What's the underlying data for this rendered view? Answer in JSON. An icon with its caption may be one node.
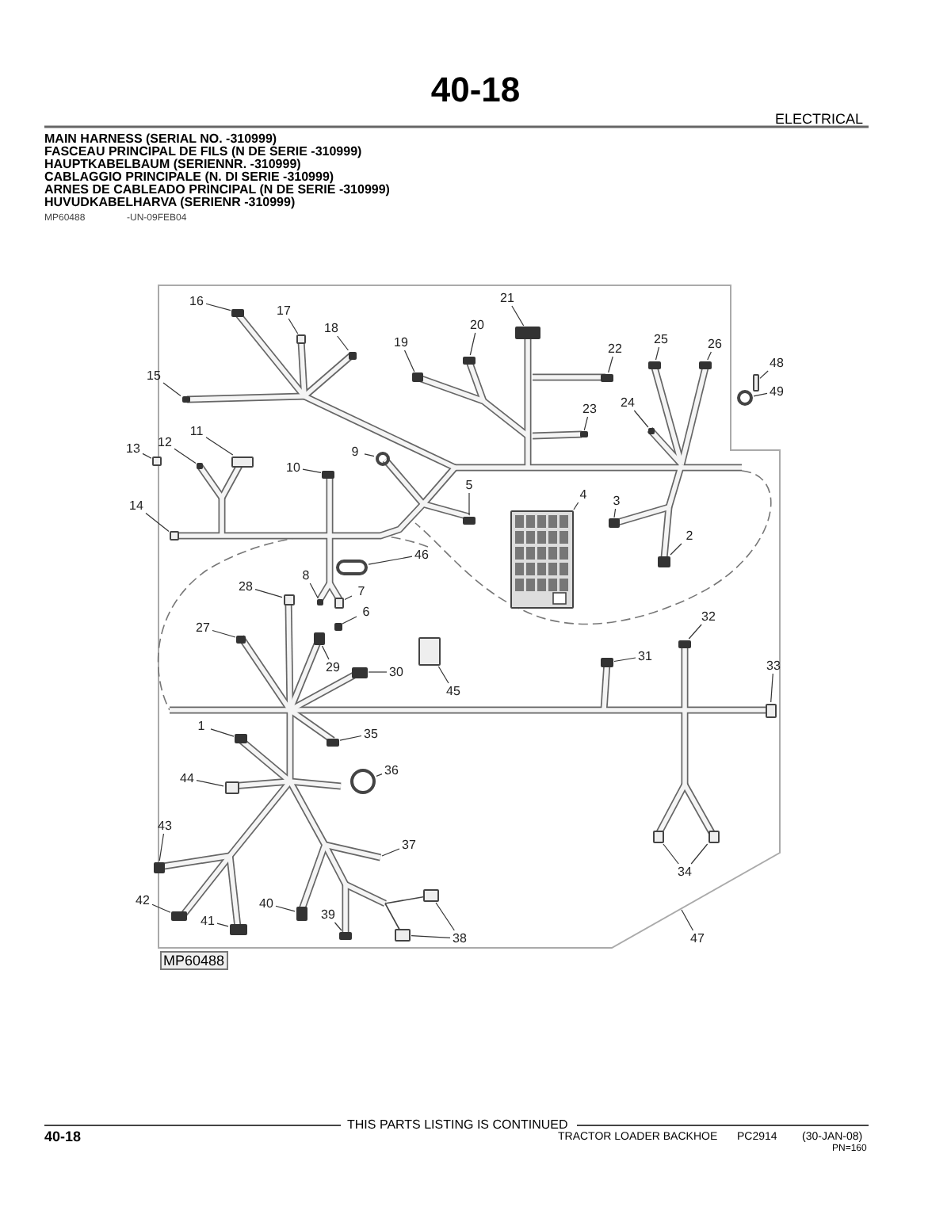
{
  "diagram": {
    "title": "40-18",
    "nodes": [
      {
        "text": [
          "1"
        ]
      },
      {
        "text": [
          "2"
        ]
      },
      {
        "text": [
          "3"
        ]
      },
      {
        "text": [
          "4"
        ]
      },
      {
        "text": [
          "5"
        ]
      },
      {
        "text": [
          "6"
        ]
      },
      {
        "text": [
          "7"
        ]
      },
      {
        "text": [
          "8"
        ]
      },
      {
        "text": [
          "9"
        ]
      },
      {
        "text": [
          "10"
        ]
      },
      {
        "text": [
          "11"
        ]
      },
      {
        "text": [
          "12"
        ]
      },
      {
        "text": [
          "13"
        ]
      },
      {
        "text": [
          "14"
        ]
      },
      {
        "text": [
          "15"
        ]
      },
      {
        "text": [
          "16"
        ]
      },
      {
        "text": [
          "17"
        ]
      },
      {
        "text": [
          "18"
        ]
      },
      {
        "text": [
          "19"
        ]
      },
      {
        "text": [
          "20"
        ]
      },
      {
        "text": [
          "21"
        ]
      },
      {
        "text": [
          "22"
        ]
      },
      {
        "text": [
          "23"
        ]
      },
      {
        "text": [
          "24"
        ]
      },
      {
        "text": [
          "25"
        ]
      },
      {
        "text": [
          "26"
        ]
      },
      {
        "text": [
          "27"
        ]
      },
      {
        "text": [
          "28"
        ]
      },
      {
        "text": [
          "29"
        ]
      },
      {
        "text": [
          "30"
        ]
      },
      {
        "text": [
          "31"
        ]
      },
      {
        "text": [
          "32"
        ]
      },
      {
        "text": [
          "33"
        ]
      },
      {
        "text": [
          "34"
        ]
      },
      {
        "text": [
          "35"
        ]
      },
      {
        "text": [
          "36"
        ]
      },
      {
        "text": [
          "37"
        ]
      },
      {
        "text": [
          "38"
        ]
      },
      {
        "text": [
          "39"
        ]
      },
      {
        "text": [
          "40"
        ]
      },
      {
        "text": [
          "41"
        ]
      },
      {
        "text": [
          "42"
        ]
      },
      {
        "text": [
          "43"
        ]
      },
      {
        "text": [
          "44"
        ]
      },
      {
        "text": [
          "45"
        ]
      },
      {
        "text": [
          "46"
        ]
      },
      {
        "text": [
          "47"
        ]
      },
      {
        "text": [
          "48"
        ]
      },
      {
        "text": [
          "49"
        ]
      },
      {
        "text": [],
        "shape": "box"
      },
      {
        "text": [],
        "shape": "box"
      },
      {
        "text": [],
        "shape": "box"
      },
      {
        "text": [],
        "shape": "box"
      },
      {
        "text": [],
        "shape": "box"
      },
      {
        "text": [],
        "shape": "box"
      },
      {
        "text": [],
        "shape": "box"
      },
      {
        "text": [],
        "shape": "box"
      },
      {
        "text": [],
        "shape": "circle"
      },
      {
        "text": [],
        "shape": "box"
      },
      {
        "text": [],
        "shape": "box"
      },
      {
        "text": [],
        "shape": "box"
      },
      {
        "text": [],
        "shape": "box"
      },
      {
        "text": [],
        "shape": "box"
      },
      {
        "text": [],
        "shape": "box"
      },
      {
        "text": [],
        "shape": "box"
      },
      {
        "text": [],
        "shape": "box"
      },
      {
        "text": [],
        "shape": "box"
      },
      {
        "text": [],
        "shape": "box"
      },
      {
        "text": [],
        "shape": "box"
      },
      {
        "text": [],
        "shape": "box"
      },
      {
        "text": [],
        "shape": "box"
      },
      {
        "text": [],
        "shape": "box"
      },
      {
        "text": [],
        "shape": "box"
      },
      {
        "text": [],
        "shape": "box"
      },
      {
        "text": [],
        "shape": "box"
      },
      {
        "text": [],
        "shape": "box"
      },
      {
        "text": [],
        "shape": "box"
      },
      {
        "text": [],
        "shape": "box"
      },
      {
        "text": [],
        "shape": "box"
      },
      {
        "text": [],
        "shape": "box"
      },
      {
        "text": [],
        "shape": "box"
      },
      {
        "text": [],
        "shape": "box"
      },
      {
        "text": [],
        "shape": "box"
      },
      {
        "text": [],
        "shape": "box"
      },
      {
        "text": [],
        "shape": "box"
      },
      {
        "text": [],
        "shape": "circle"
      },
      {
        "text": [],
        "shape": "box"
      },
      {
        "text": [],
        "shape": "box"
      },
      {
        "text": [],
        "shape": "box"
      },
      {
        "text": [],
        "shape": "box"
      },
      {
        "text": [],
        "shape": "box"
      },
      {
        "text": [],
        "shape": "box"
      },
      {
        "text": [],
        "shape": "box"
      },
      {
        "text": [],
        "shape": "box"
      },
      {
        "text": [],
        "shape": "box"
      },
      {
        "text": [],
        "shape": "circle"
      },
      {
        "text": [],
        "shape": "box"
      },
      {
        "text": [],
        "shape": "circle"
      }
    ],
    "edges": [
      {
        "from": 0,
        "to": 49,
        "arrow": "none"
      },
      {
        "from": 1,
        "to": 50,
        "arrow": "none"
      },
      {
        "from": 2,
        "to": 51,
        "arrow": "none"
      },
      {
        "from": 3,
        "to": 52,
        "arrow": "none"
      },
      {
        "from": 4,
        "to": 53,
        "arrow": "none"
      },
      {
        "from": 5,
        "to": 54,
        "arrow": "none"
      },
      {
        "from": 6,
        "to": 55,
        "arrow": "none"
      },
      {
        "from": 7,
        "to": 56,
        "arrow": "none"
      },
      {
        "from": 8,
        "to": 57,
        "arrow": "none"
      },
      {
        "from": 9,
        "to": 58,
        "arrow": "none"
      },
      {
        "from": 10,
        "to": 59,
        "arrow": "none"
      },
      {
        "from": 11,
        "to": 60,
        "arrow": "none"
      },
      {
        "from": 12,
        "to": 61,
        "arrow": "none"
      },
      {
        "from": 13,
        "to": 62,
        "arrow": "none"
      },
      {
        "from": 14,
        "to": 63,
        "arrow": "none"
      },
      {
        "from": 15,
        "to": 64,
        "arrow": "none"
      },
      {
        "from": 16,
        "to": 65,
        "arrow": "none"
      },
      {
        "from": 17,
        "to": 66,
        "arrow": "none"
      },
      {
        "from": 18,
        "to": 67,
        "arrow": "none"
      },
      {
        "from": 19,
        "to": 68,
        "arrow": "none"
      },
      {
        "from": 20,
        "to": 69,
        "arrow": "none"
      },
      {
        "from": 21,
        "to": 70,
        "arrow": "none"
      },
      {
        "from": 22,
        "to": 71,
        "arrow": "none"
      },
      {
        "from": 23,
        "to": 72,
        "arrow": "none"
      },
      {
        "from": 24,
        "to": 73,
        "arrow": "none"
      },
      {
        "from": 25,
        "to": 74,
        "arrow": "none"
      },
      {
        "from": 26,
        "to": 75,
        "arrow": "none"
      },
      {
        "from": 27,
        "to": 76,
        "arrow": "none"
      },
      {
        "from": 28,
        "to": 77,
        "arrow": "none"
      },
      {
        "from": 29,
        "to": 78,
        "arrow": "none"
      },
      {
        "from": 30,
        "to": 79,
        "arrow": "none"
      },
      {
        "from": 31,
        "to": 80,
        "arrow": "none"
      },
      {
        "from": 32,
        "to": 81,
        "arrow": "none"
      },
      {
        "from": 33,
        "to": 82,
        "arrow": "none"
      },
      {
        "from": 33,
        "to": 83,
        "arrow": "none"
      },
      {
        "from": 34,
        "to": 84,
        "arrow": "none"
      },
      {
        "from": 35,
        "to": 85,
        "arrow": "none"
      },
      {
        "from": 36,
        "to": null,
        "arrow": "none"
      },
      {
        "from": 37,
        "to": 86,
        "arrow": "none"
      },
      {
        "from": 37,
        "to": 87,
        "arrow": "none"
      },
      {
        "from": 38,
        "to": 88,
        "arrow": "none"
      },
      {
        "from": 39,
        "to": 89,
        "arrow": "none"
      },
      {
        "from": 40,
        "to": 90,
        "arrow": "none"
      },
      {
        "from": 41,
        "to": 91,
        "arrow": "none"
      },
      {
        "from": 42,
        "to": 92,
        "arrow": "none"
      },
      {
        "from": 43,
        "to": 93,
        "arrow": "none"
      },
      {
        "from": 44,
        "to": 94,
        "arrow": "none"
      },
      {
        "from": 45,
        "to": 95,
        "arrow": "none"
      },
      {
        "from": 46,
        "to": null,
        "arrow": "none"
      },
      {
        "from": 47,
        "to": 96,
        "arrow": "none"
      },
      {
        "from": 48,
        "to": 97,
        "arrow": "none"
      }
    ],
    "labels": [
      "ELECTRICAL",
      "MAIN HARNESS (SERIAL NO. -310999)",
      "FASCEAU PRINCIPAL DE FILS (N DE SERIE -310999)",
      "HAUPTKABELBAUM (SERIENNR. -310999)",
      "CABLAGGIO PRINCIPALE (N. DI SERIE -310999)",
      "ARNES DE CABLEADO PRINCIPAL (N DE SERIE -310999)",
      "HUVUDKABELHARVA (SERIENR -310999)",
      "MP60488",
      "-UN-09FEB04",
      "MP60488",
      "THIS PARTS LISTING IS CONTINUED",
      "40-18",
      "TRACTOR LOADER BACKHOE",
      "PC2914",
      "(30-JAN-08)",
      "PN=160"
    ]
  }
}
